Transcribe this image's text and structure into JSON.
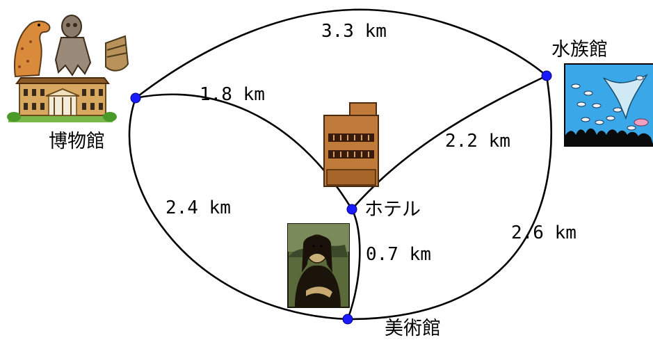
{
  "places": {
    "museum": "博物館",
    "aquarium": "水族館",
    "hotel": "ホテル",
    "art_museum": "美術館"
  },
  "distances": {
    "museum_aquarium": "3.3 km",
    "museum_hotel": "1.8 km",
    "hotel_aquarium": "2.2 km",
    "museum_art": "2.4 km",
    "hotel_art": "0.7 km",
    "art_aquarium": "2.6 km"
  },
  "colors": {
    "node": "#1a1aff",
    "edge": "#000000",
    "building_main": "#c07a3a",
    "building_roof": "#8a5a2a",
    "water": "#3aa8e8",
    "dino": "#d98a3a",
    "painting_bg": "#5a6a3a"
  },
  "icons": {
    "museum": "museum-building-with-dinosaur-icon",
    "hotel": "hotel-building-icon",
    "aquarium": "aquarium-manta-ray-icon",
    "art_museum": "mona-lisa-painting-icon"
  }
}
